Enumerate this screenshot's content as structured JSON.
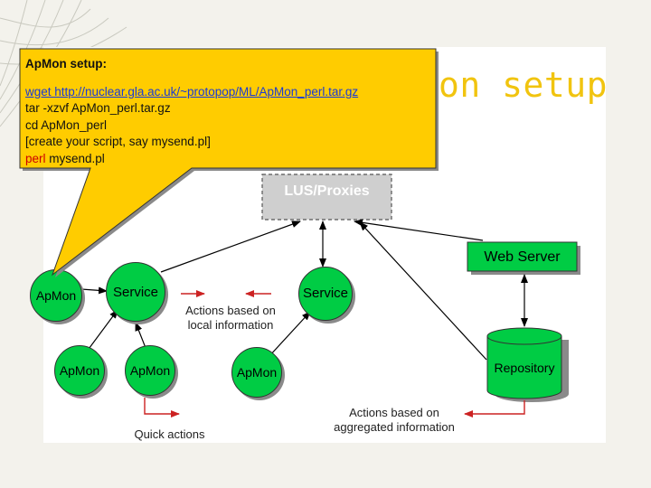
{
  "slide": {
    "title": "on setup"
  },
  "callout": {
    "heading": "ApMon setup:",
    "line1_link": "wget http://nuclear.gla.ac.uk/~protopop/ML/ApMon_perl.tar.gz",
    "line2": "tar -xzvf ApMon_perl.tar.gz",
    "line3": "cd ApMon_perl",
    "line4": "[create your script, say mysend.pl]",
    "line5_red": "perl",
    "line5_rest": " mysend.pl",
    "bg_color": "#ffcc00"
  },
  "diagram": {
    "lus": "LUS/Proxies",
    "web_server": "Web Server",
    "repository": "Repository",
    "service_left": "Service",
    "service_right": "Service",
    "apmon_top": "ApMon",
    "apmon_bottom_left": "ApMon",
    "apmon_bottom_middle": "ApMon",
    "apmon_bottom_right": "ApMon",
    "actions_local_line1": "Actions based on",
    "actions_local_line2": "local information",
    "quick_actions": "Quick actions",
    "actions_aggregated_line1": "Actions based on",
    "actions_aggregated_line2": "aggregated information",
    "colors": {
      "node_green": "#00cc44",
      "lus_gray": "#cfcfcf",
      "arrow_red": "#cc2222",
      "arrow_black": "#000000"
    }
  }
}
